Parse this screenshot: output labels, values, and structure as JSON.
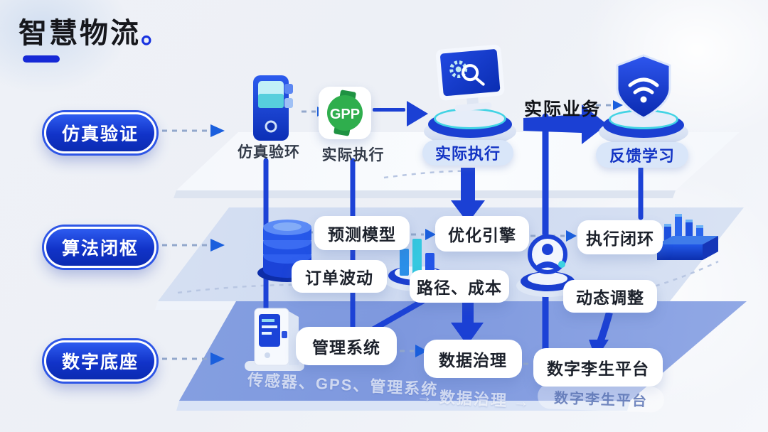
{
  "title": {
    "text": "智慧物流",
    "accent": "。"
  },
  "left_labels": {
    "row1": "仿真验证",
    "row2": "算法闭枢",
    "row3": "数字底座"
  },
  "top": {
    "device_label": "仿真验环",
    "gpp_logo": "GPP",
    "gpp_label": "实际执行",
    "computer_label": "实际执行",
    "business_label": "实际业务",
    "shield_label": "反馈学习"
  },
  "middle": {
    "predict": "预测模型",
    "optimize": "优化引擎",
    "execute": "执行闭环",
    "order": "订单波动",
    "path_cost": "路径、成本",
    "dynamic": "动态调整"
  },
  "bottom": {
    "mgmt": "管理系统",
    "governance": "数据治理",
    "twin": "数字李生平台",
    "faded1": "传感器、GPS、管理系统",
    "faded2": "→ 数据治理 →",
    "faded3": "数字李生平台"
  },
  "icons": {
    "device": "handheld-terminal-icon",
    "gpp": "gpp-logo-icon",
    "computer": "monitor-gear-search-icon",
    "shield": "shield-wifi-icon",
    "database": "database-stack-icon",
    "bars": "bar-chart-icon",
    "person": "person-badge-icon",
    "factory": "factory-bars-icon",
    "server": "server-tower-icon"
  },
  "colors": {
    "primary_blue": "#1b40d4",
    "deep_blue": "#0c2db0",
    "cyan_accent": "#3ed2e2",
    "gpp_green": "#2fae4d",
    "platform_bottom": "#8aa5e3",
    "light_pill_bg": "#d9e6f9",
    "text_dark": "#1c212b"
  }
}
